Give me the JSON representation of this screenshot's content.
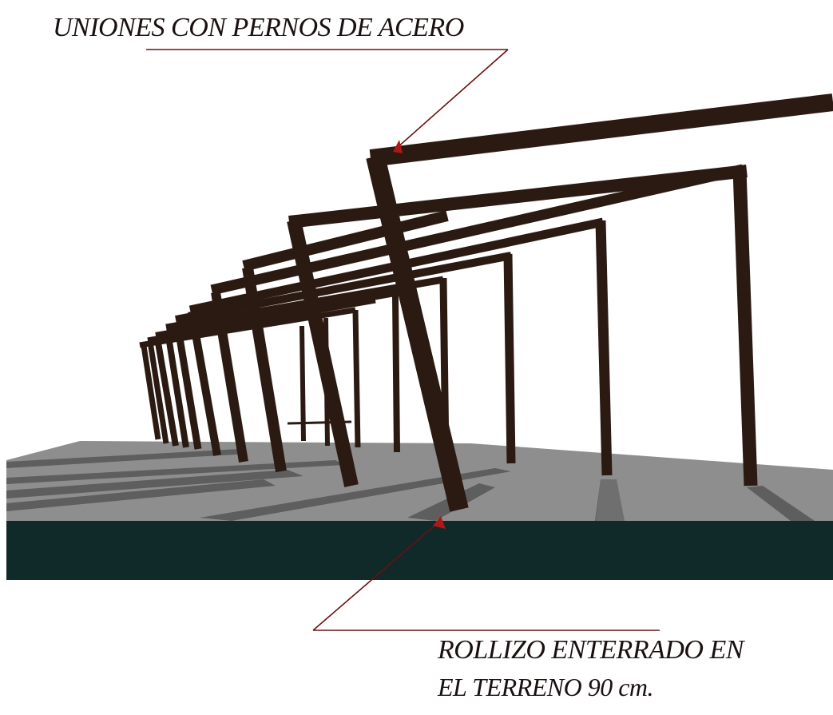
{
  "annotations": {
    "top": "UNIONES CON PERNOS DE ACERO",
    "bottom_line1": "ROLLIZO ENTERRADO EN",
    "bottom_line2": "EL TERRENO 90 cm."
  },
  "colors": {
    "timber": "#2a1a12",
    "ground_top": "#8e8e8e",
    "ground_dark": "#5a5a5a",
    "ground_front": "#0f2a29",
    "leader_line": "#6b1010",
    "marker": "#b01818"
  },
  "structure": {
    "frame_count": 9,
    "description_visible": false
  }
}
